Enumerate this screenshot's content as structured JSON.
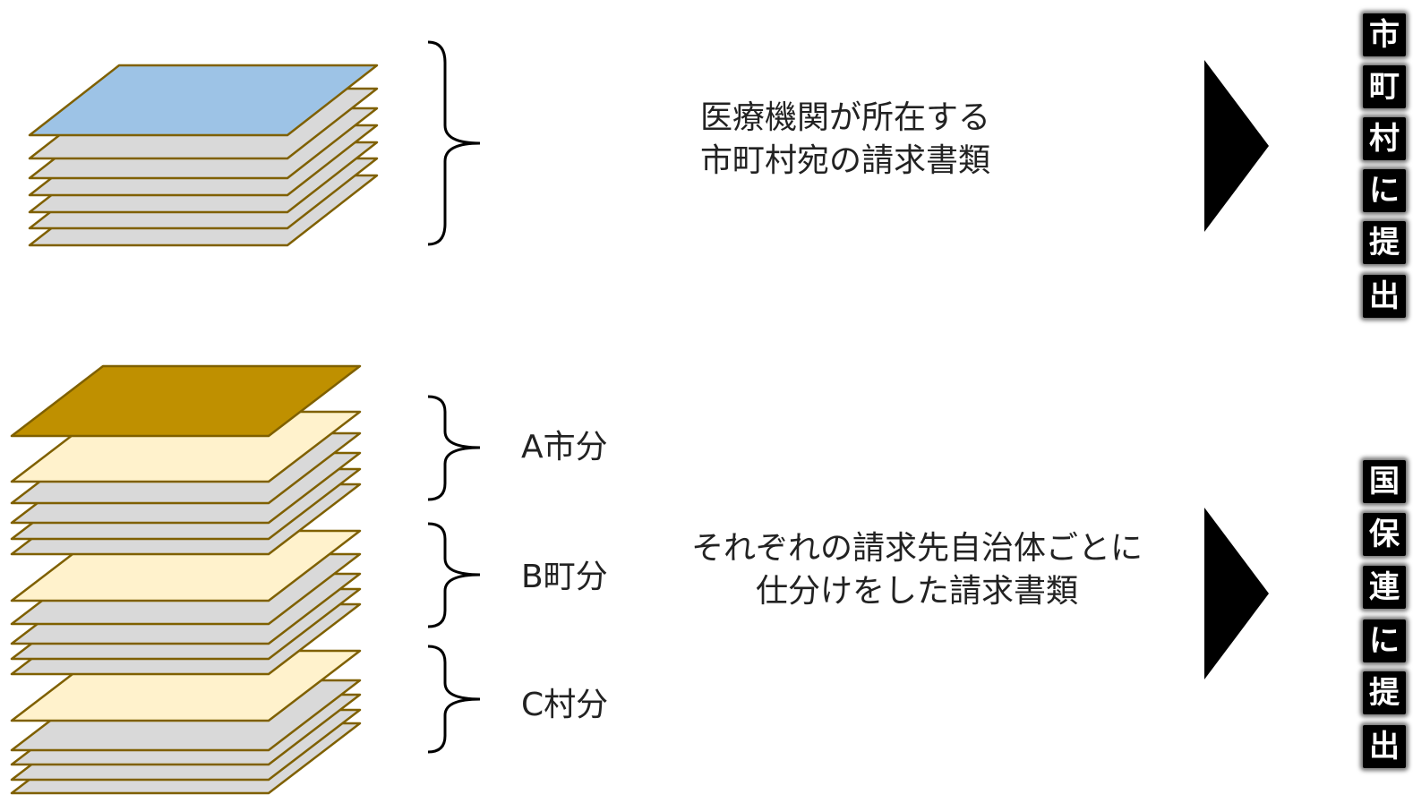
{
  "top": {
    "caption_line1": "医療機関が所在する",
    "caption_line2": "市町村宛の請求書類",
    "destination_chars": [
      "市",
      "町",
      "村",
      "に",
      "提",
      "出"
    ],
    "colors": {
      "top_sheet": "#9dc3e6",
      "sheet": "#d9d9d9",
      "stroke": "#7f6000"
    }
  },
  "bottom": {
    "caption_line1": "それぞれの請求先自治体ごとに",
    "caption_line2": "仕分けをした請求書類",
    "groups": [
      {
        "label": "A市分"
      },
      {
        "label": "B町分"
      },
      {
        "label": "C村分"
      }
    ],
    "destination_chars": [
      "国",
      "保",
      "連",
      "に",
      "提",
      "出"
    ],
    "colors": {
      "cover_sheet": "#bf9000",
      "divider_sheet": "#fff2cc",
      "sheet": "#d9d9d9",
      "stroke": "#7f6000"
    }
  }
}
